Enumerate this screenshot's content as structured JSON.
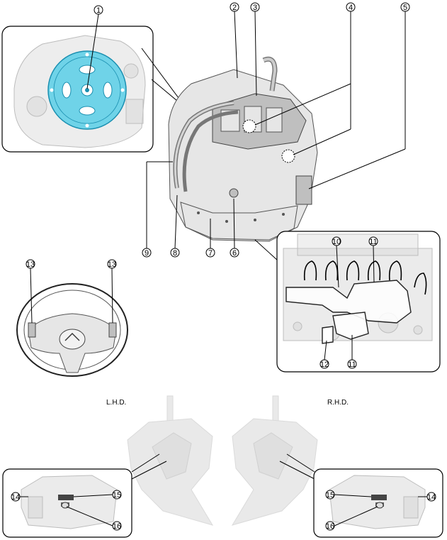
{
  "callouts": {
    "c1": "1",
    "c2": "2",
    "c3": "3",
    "c4": "4",
    "c5": "5",
    "c6": "6",
    "c7": "7",
    "c8": "8",
    "c9": "9",
    "c10": "10",
    "c11a": "11",
    "c11b": "11",
    "c12": "12",
    "c13a": "13",
    "c13b": "13",
    "c14l": "14",
    "c15l": "15",
    "c16l": "16",
    "c14r": "14",
    "c15r": "15",
    "c16r": "16"
  },
  "labels": {
    "lhd": "L.H.D.",
    "rhd": "R.H.D."
  },
  "colors": {
    "drive_plate": "#6fd3e8",
    "drive_plate_edge": "#1a8fb0",
    "harness": "#000000"
  }
}
